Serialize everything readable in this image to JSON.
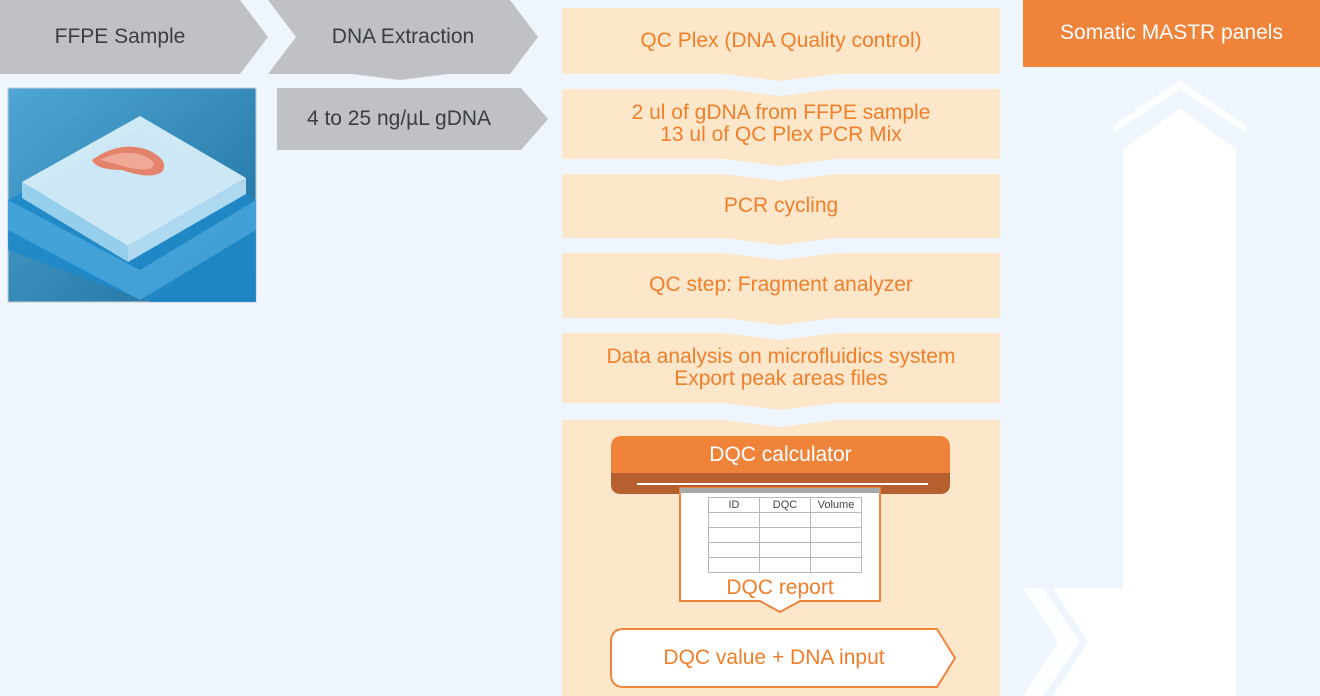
{
  "workflow": {
    "sample_step": "FFPE Sample",
    "extraction_step": "DNA Extraction",
    "concentration": "4 to 25 ng/µL gDNA",
    "steps": [
      "QC Plex (DNA Quality control)",
      "2 ul of gDNA from FFPE sample\n13 ul of QC Plex PCR Mix",
      "PCR cycling",
      "QC step: Fragment analyzer",
      "Data analysis on microfluidics system\nExport peak areas files"
    ],
    "calculator_label": "DQC calculator",
    "report": {
      "columns": [
        "ID",
        "DQC",
        "Volume"
      ],
      "label": "DQC report"
    },
    "output_label": "DQC value + DNA input",
    "target_label": "Somatic MASTR panels"
  },
  "colors": {
    "grey_box": "#bfc1c4",
    "peach_box": "#fde7cb",
    "orange_accent": "#f0833a",
    "orange_dark": "#b65f2f",
    "page_background": "#eef5fc"
  }
}
